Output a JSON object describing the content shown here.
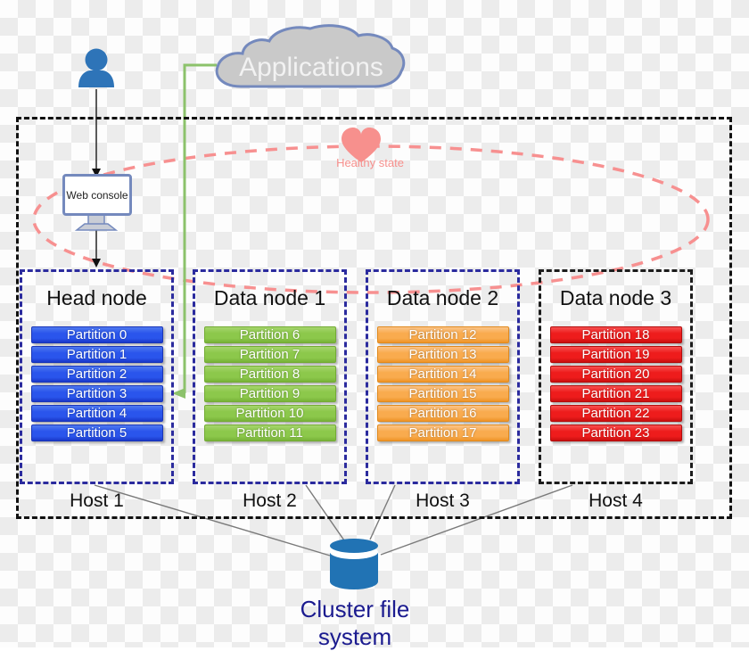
{
  "cloud": {
    "label": "Applications"
  },
  "web_console": {
    "label": "Web console"
  },
  "health": {
    "label": "Healthy state"
  },
  "nodes": [
    {
      "title": "Head node",
      "host": "Host 1",
      "border_color": "#2b2b9e",
      "bar": {
        "top": "#4f79f0",
        "main": "#2a55ec",
        "bottom": "#1a38c8",
        "border": "#1a36b8"
      },
      "partitions": [
        "Partition 0",
        "Partition 1",
        "Partition 2",
        "Partition 3",
        "Partition 4",
        "Partition 5"
      ]
    },
    {
      "title": "Data node 1",
      "host": "Host 2",
      "border_color": "#2b2b9e",
      "bar": {
        "top": "#a5d56d",
        "main": "#8cc84b",
        "bottom": "#77b238",
        "border": "#74ab35"
      },
      "partitions": [
        "Partition 6",
        "Partition 7",
        "Partition 8",
        "Partition 9",
        "Partition 10",
        "Partition 11"
      ]
    },
    {
      "title": "Data node 2",
      "host": "Host 3",
      "border_color": "#2b2b9e",
      "bar": {
        "top": "#fbc488",
        "main": "#f9ab4e",
        "bottom": "#ef9427",
        "border": "#e08a1e"
      },
      "partitions": [
        "Partition 12",
        "Partition 13",
        "Partition 14",
        "Partition 15",
        "Partition 16",
        "Partition 17"
      ]
    },
    {
      "title": "Data node 3",
      "host": "Host 4",
      "border_color": "#1c1c1c",
      "bar": {
        "top": "#f75050",
        "main": "#ee1c1c",
        "bottom": "#c90f0f",
        "border": "#b30d0d"
      },
      "partitions": [
        "Partition 18",
        "Partition 19",
        "Partition 20",
        "Partition 21",
        "Partition 22",
        "Partition 23"
      ]
    }
  ],
  "storage": {
    "label": "Cluster file system"
  },
  "palette": {
    "user_blue": "#2e74b8",
    "cloud_fill": "#c9c9c9",
    "cloud_stroke": "#7489bd",
    "green_link": "#8cc26b",
    "health_pink": "#f7908d",
    "cylinder_blue": "#2173b4",
    "navy_text": "#1b1b8f",
    "connector_gray": "#7a7a7a",
    "outer_border": "#111111"
  }
}
